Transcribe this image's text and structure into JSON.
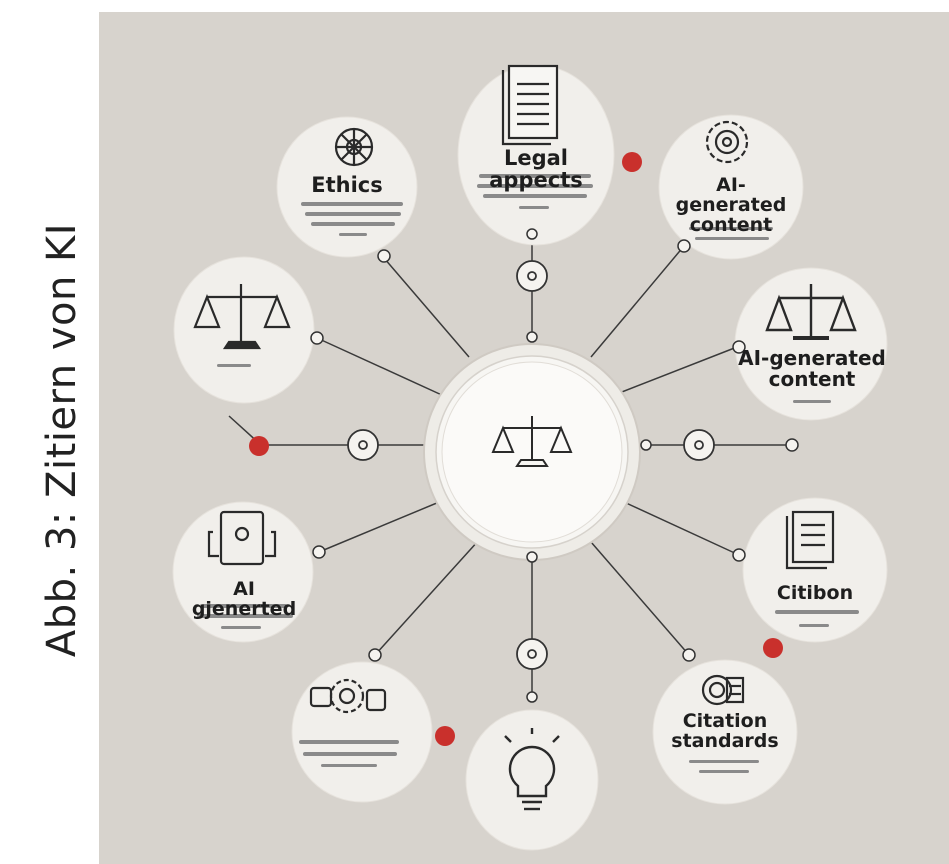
{
  "figure": {
    "caption": "Abb. 3: Zitiern von KI",
    "accent_color": "#c9302c",
    "background_color": "#d7d3cd",
    "node_fill": "#f1efeb"
  },
  "nodes": {
    "ethics": {
      "label": "Ethics",
      "icon": "wheel-icon"
    },
    "legal": {
      "label": "Legal appects",
      "icon": "document-icon"
    },
    "ai_top": {
      "label": "AI-generated content",
      "icon": "gear-icon"
    },
    "scales_left": {
      "label": "",
      "icon": "scales-icon"
    },
    "ai_right": {
      "label": "AI-generated content",
      "icon": "scales-icon"
    },
    "ai_left": {
      "label": "AI gjenerted",
      "icon": "robot-icon"
    },
    "citation_right": {
      "label": "Citibon",
      "icon": "book-icon"
    },
    "gears_bottom": {
      "label": "",
      "icon": "gears-icon"
    },
    "bulb": {
      "label": "",
      "icon": "lightbulb-icon"
    },
    "citation_std": {
      "label": "Citation standards",
      "icon": "database-icon"
    }
  },
  "center": {
    "icon": "scales-icon"
  }
}
